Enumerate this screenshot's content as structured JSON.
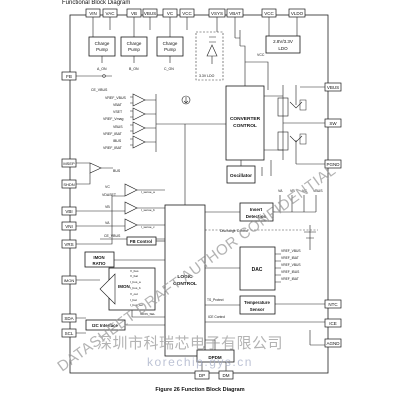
{
  "header": {
    "partial_title": "Functional Block Diagram"
  },
  "pins": {
    "VIN": "VIN",
    "VAC": "VAC",
    "VB": "VB",
    "VBUS": "VBUS",
    "VC": "VC",
    "VCC": "VCC",
    "VSYS": "VSYS",
    "VBAT": "VBAT",
    "VCC2": "VCC",
    "VLDO": "VLDO",
    "FB": "FB",
    "MSEP": "MSEP",
    "SHDN": "SHDN",
    "VBI": "VBI",
    "VNI": "VNI",
    "VRS": "VRS",
    "IMON": "IMON",
    "SDA": "SDA",
    "SCL": "SCL",
    "PGND": "PGND",
    "SW": "SW",
    "VBUS_R": "VBUS",
    "NTC": "NTC",
    "ICE": "ICE",
    "AGND": "AGND",
    "DP": "DP",
    "DM": "DM"
  },
  "blocks": {
    "cp1": [
      "Charge",
      "Pump"
    ],
    "cp2": [
      "Charge",
      "Pump"
    ],
    "cp3": [
      "Charge",
      "Pump"
    ],
    "ldo": [
      "2.8V/3.3V",
      "LDO"
    ],
    "conv": [
      "CONVERTER",
      "CONTROL"
    ],
    "osc": "Oscillator",
    "logic": [
      "LOGIC",
      "CONTROL"
    ],
    "insert": [
      "Insert",
      "Detection"
    ],
    "dac": "DAC",
    "temp": [
      "Temperature",
      "Sensor"
    ],
    "fb_ctrl": "FB Control",
    "imon_ratio": [
      "IMON",
      "RATIO"
    ],
    "imon": "IMON",
    "i2c": "I2C Interface",
    "dpdm": "DPDM"
  },
  "signals": {
    "a_on": "A_ON",
    "b_on": "B_ON",
    "c_on": "C_ON",
    "ldo_label": "3.3V LDO",
    "vbus_cmp": [
      "VREF_VBUS",
      "VBAT",
      "VSET",
      "VREF_Vmag",
      "VBUS",
      "VREF_IBAT",
      "IBUS",
      "VREF_IBAT"
    ],
    "ce_vbus": "CE_VBUS",
    "vbus_tag": "BUS",
    "vc": "VC",
    "vdaset": "VDASET",
    "vb": "VB",
    "va": "VA",
    "isense": [
      "I_sense_a",
      "I_sense_b",
      "I_sense_c"
    ],
    "ce_vbus2": "CE_VBUS",
    "discharge": "Discharge Control",
    "vref_list": [
      "VREF_VBUS",
      "VREF_IBAT",
      "VREF_VBUS",
      "VREF_IBUS",
      "VREF_IBAT"
    ],
    "tcs": [
      "VA",
      "VB",
      "VC",
      "VBUS"
    ],
    "imon_in": [
      "V_bus",
      "V_bat",
      "I_bus_a",
      "I_bus_b",
      "V_out",
      "I_bat",
      "I_bus_sel"
    ],
    "imon_sel": "IMON_SEL",
    "ts_protect": "TS_Protect",
    "ice_control": "ICE Control",
    "vcc_tag": "VCC"
  },
  "footer": {
    "caption": "Figure 26 Function Block Diagram"
  },
  "watermark": {
    "text": "DATASHEET DRAFT AUTHOR CONFIDENTIAL",
    "company": "深圳市科瑞芯电子有限公司",
    "url": "korechip.gys.cn"
  }
}
